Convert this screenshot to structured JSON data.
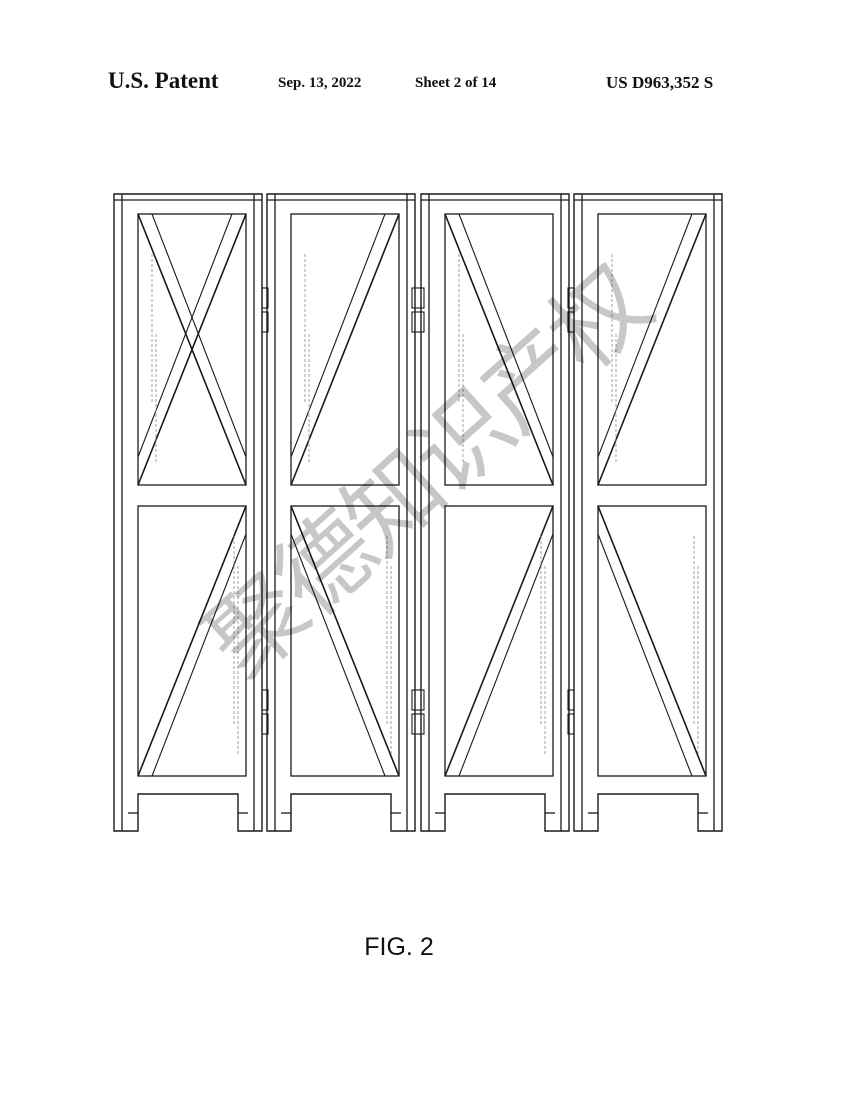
{
  "header": {
    "title": "U.S. Patent",
    "date": "Sep. 13, 2022",
    "sheet": "Sheet 2 of 14",
    "patent_number": "US D963,352 S"
  },
  "figure": {
    "caption": "FIG. 2",
    "panels": 4
  },
  "watermark": {
    "text": "聚德知识产权"
  },
  "colors": {
    "line": "#1a1a1a",
    "hatch": "#8a8a8a",
    "watermark": "#bdbdbd"
  }
}
